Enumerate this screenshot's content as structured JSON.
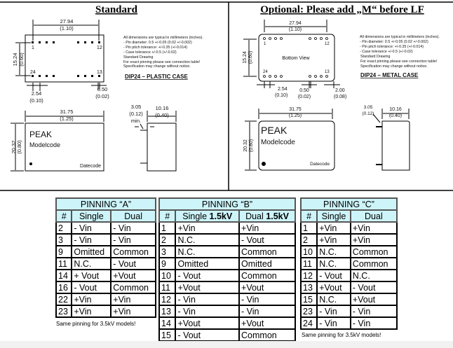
{
  "standard": {
    "title": "Standard",
    "top_dim": "27.94",
    "top_dim_in": "(1.10)",
    "side_dim": "15.24",
    "side_dim_in": "(0.60)",
    "pin1": "1",
    "pin12": "12",
    "pin24": "24",
    "pin13": "13",
    "pitch": "2.54",
    "pitch_in": "(0.10)",
    "pin_w": "0.50",
    "pin_w_in": "(0.02)",
    "notes": [
      "All dimensions are typical in millimeters (inches).",
      "- Pin diameter: 0.5 +/-0.05 (0.02 +/-0.002)",
      "- Pin pitch tolerance: +/-0.35 (+/-0.014)",
      "- Case tolerance +/-0.5 (+/-0.02)",
      "Standard Drawing",
      "For exact pinning please see connection table!",
      "Specification may change without notice."
    ],
    "case": "DIP24 – PLASTIC CASE",
    "w_dim": "31.75",
    "w_dim_in": "(1.25)",
    "h_dim": "20.32",
    "h_dim_in": "(0.80)",
    "brand": "PEAK",
    "modelcode": "Modelcode",
    "datecode": "Datecode",
    "pin_len": "3.05",
    "pin_len_in": "(0.12)",
    "pin_len_min": "min.",
    "depth": "10.16",
    "depth_in": "(0.40)"
  },
  "optional": {
    "title": "Optional: Please add „M“ before LF",
    "top_dim": "27.94",
    "top_dim_in": "(1.10)",
    "side_dim": "15.24",
    "side_dim_in": "(0.60)",
    "pin1": "1",
    "pin12": "12",
    "pin24": "24",
    "pin13": "13",
    "bottom_view": "Bottom View",
    "pitch": "2.54",
    "pitch_in": "(0.10)",
    "pin_w": "0.50",
    "pin_w_in": "(0.02)",
    "edge": "2.00",
    "edge_in": "(0.08)",
    "notes": [
      "All dimensions are typical in millimeters (inches).",
      "- Pin diameter: 0.5 +/-0.05 (0.02 +/-0.002)",
      "- Pin pitch tolerance: +/-0.35 (+/-0.014)",
      "- Case tolerance +/-0.5 (+/-0.02)",
      "Standard Drawing",
      "For exact pinning please see connection table!",
      "Specification may change without notice."
    ],
    "case": "DIP24 – METAL CASE",
    "w_dim": "31.75",
    "w_dim_in": "(1.25)",
    "h_dim": "20.32",
    "h_dim_in": "(0.80)",
    "brand": "PEAK",
    "modelcode": "Modelcode",
    "datecode": "Datecode",
    "pin_len": "3.05",
    "pin_len_in": "(0.12)",
    "depth": "10.16",
    "depth_in": "(0.40)"
  },
  "pinning_a": {
    "title": "PINNING “A”",
    "cols": [
      "#",
      "Single",
      "Dual"
    ],
    "rows": [
      [
        "2",
        "- Vin",
        "- Vin"
      ],
      [
        "3",
        "- Vin",
        "- Vin"
      ],
      [
        "9",
        "Omitted",
        "Common"
      ],
      [
        "11",
        "N.C.",
        "- Vout"
      ],
      [
        "14",
        "+ Vout",
        "+Vout"
      ],
      [
        "16",
        "- Vout",
        "Common"
      ],
      [
        "22",
        "+Vin",
        "+Vin"
      ],
      [
        "23",
        "+Vin",
        "+Vin"
      ]
    ],
    "note": "Same pinning for 3.5kV models!"
  },
  "pinning_b": {
    "title": "PINNING “B”",
    "cols": [
      "#",
      "Single ",
      "1.5kV",
      "Dual ",
      "1.5kV"
    ],
    "rows": [
      [
        "1",
        "+Vin",
        "+Vin"
      ],
      [
        "2",
        "N.C.",
        "- Vout"
      ],
      [
        "3",
        "N.C.",
        "Common"
      ],
      [
        "9",
        "Omitted",
        "Omitted"
      ],
      [
        "10",
        "- Vout",
        "Common"
      ],
      [
        "11",
        "+Vout",
        "+Vout"
      ],
      [
        "12",
        "- Vin",
        "- Vin"
      ],
      [
        "13",
        "- Vin",
        "- Vin"
      ],
      [
        "14",
        "+Vout",
        "+Vout"
      ],
      [
        "15",
        "- Vout",
        "Common"
      ]
    ]
  },
  "pinning_c": {
    "title": "PINNING “C”",
    "cols": [
      "#",
      "Single",
      "Dual"
    ],
    "rows": [
      [
        "1",
        "+Vin",
        "+Vin"
      ],
      [
        "2",
        "+Vin",
        "+Vin"
      ],
      [
        "10",
        "N.C.",
        "Common"
      ],
      [
        "11",
        "N.C.",
        "Common"
      ],
      [
        "12",
        "- Vout",
        "N.C."
      ],
      [
        "13",
        "+Vout",
        "- Vout"
      ],
      [
        "15",
        "N.C.",
        "+Vout"
      ],
      [
        "23",
        "- Vin",
        "- Vin"
      ],
      [
        "24",
        "- Vin",
        "- Vin"
      ]
    ],
    "note": "Same pinning for 3.5kV models!"
  }
}
